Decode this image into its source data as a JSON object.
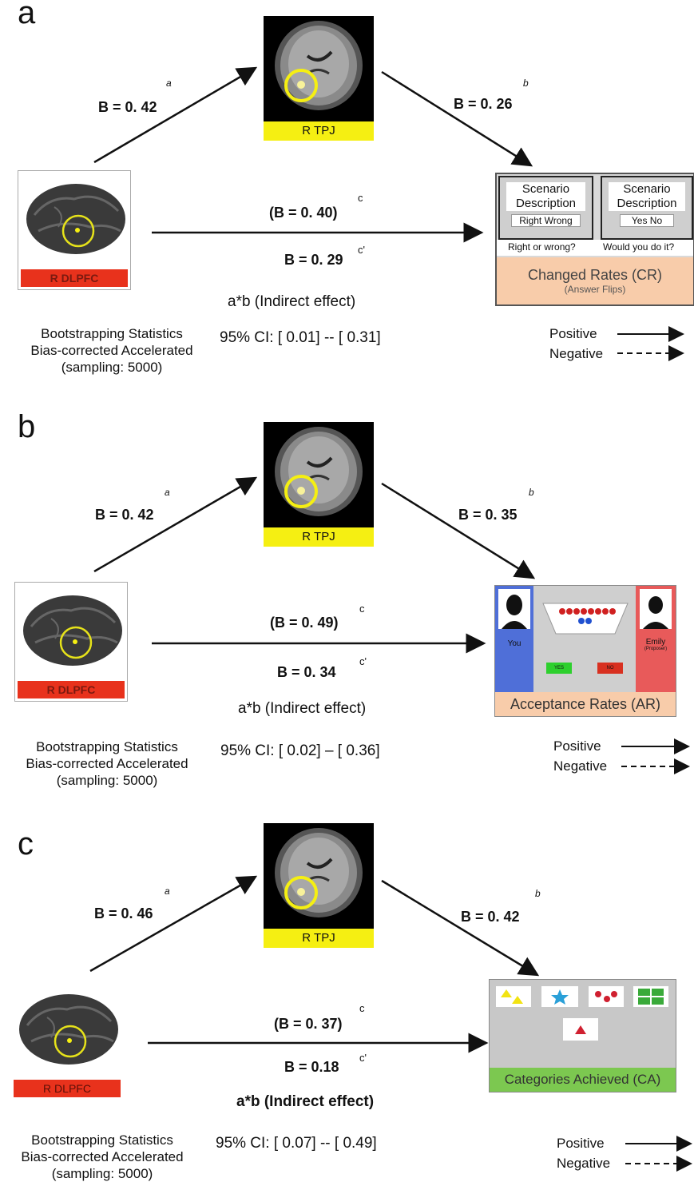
{
  "shared": {
    "mri_label": "R   TPJ",
    "brain_label": "R DLPFC",
    "indirect": "a*b (Indirect  effect)",
    "boot_line1": "Bootstrapping Statistics",
    "boot_line2": "Bias-corrected Accelerated",
    "boot_line3": "(sampling: 5000)",
    "legend_positive": "Positive",
    "legend_negative": "Negative",
    "sup_a": "a",
    "sup_b": "b",
    "sup_c": "c",
    "sup_cprime": "c'"
  },
  "panels": [
    {
      "label": "a",
      "path_a": "B = 0. 42",
      "path_b": "B = 0. 26",
      "path_c": "(B  =  0. 40)",
      "path_cprime": "B = 0. 29",
      "ci": "95% CI: [ 0.01] -- [ 0.31]",
      "outcome": {
        "scenario1_title": "Scenario Description",
        "scenario1_buttons": "Right Wrong",
        "scenario2_title": "Scenario Description",
        "scenario2_buttons": "Yes No",
        "question1": "Right or wrong?",
        "question2": "Would you do it?",
        "title": "Changed Rates (CR)",
        "subtitle": "(Answer Flips)"
      }
    },
    {
      "label": "b",
      "path_a": "B = 0. 42",
      "path_b": "B =  0. 35",
      "path_c": "(B  =  0. 49)",
      "path_cprime": "B =  0. 34",
      "ci": "95% CI: [ 0.02] – [ 0.36]",
      "outcome": {
        "you": "You",
        "emily": "Emily",
        "emily_role": "(Proposer)",
        "yes": "YES",
        "no": "NO",
        "title": "Acceptance Rates (AR)"
      }
    },
    {
      "label": "c",
      "path_a": "B = 0. 46",
      "path_b": "B = 0. 42",
      "path_c": "(B  = 0. 37)",
      "path_cprime": "B = 0.18",
      "ci": "95% CI: [ 0.07] -- [ 0.49]",
      "outcome": {
        "title": "Categories Achieved (CA)"
      }
    }
  ]
}
